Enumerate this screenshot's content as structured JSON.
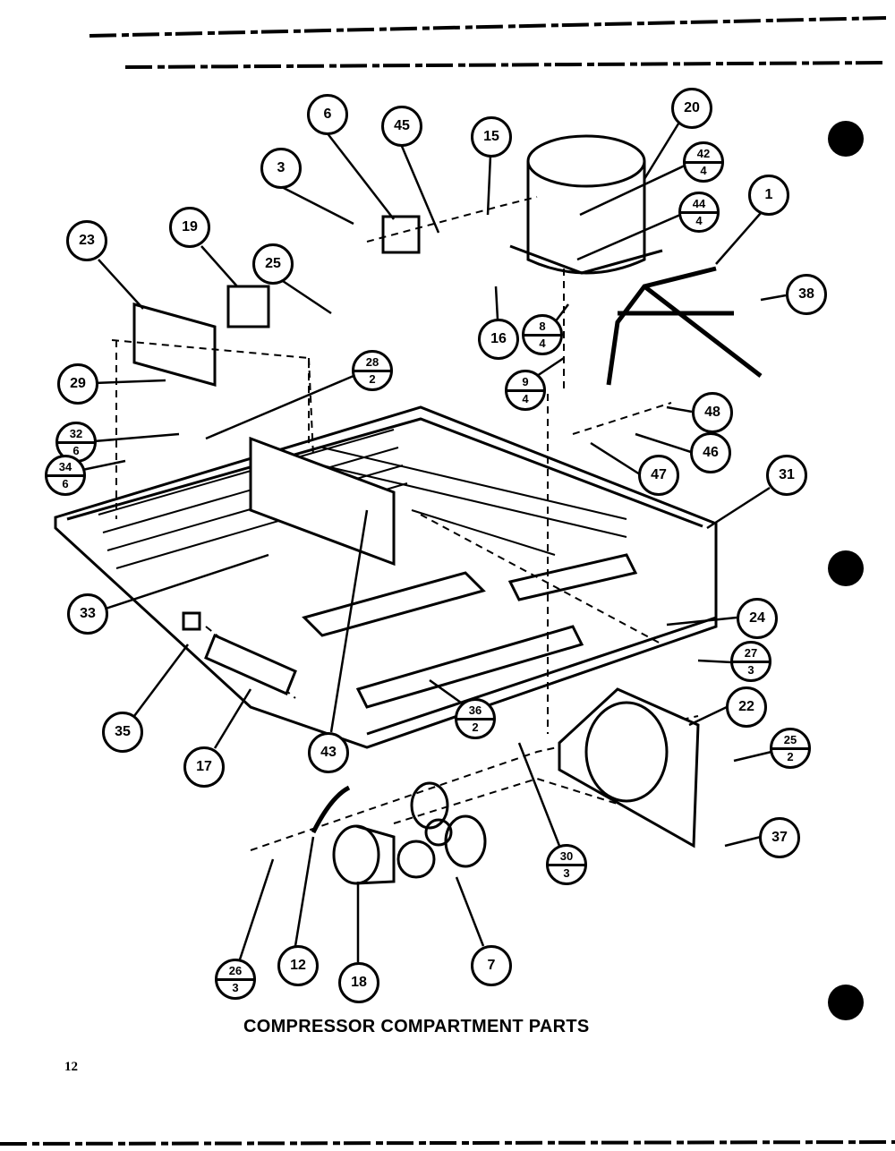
{
  "title": "COMPRESSOR COMPARTMENT PARTS",
  "page_number": "12",
  "callouts": [
    {
      "num": "6"
    },
    {
      "num": "45"
    },
    {
      "num": "15"
    },
    {
      "num": "20"
    },
    {
      "num": "42",
      "qty": "4"
    },
    {
      "num": "44",
      "qty": "4"
    },
    {
      "num": "1"
    },
    {
      "num": "38"
    },
    {
      "num": "3"
    },
    {
      "num": "23"
    },
    {
      "num": "19"
    },
    {
      "num": "25"
    },
    {
      "num": "29"
    },
    {
      "num": "28",
      "qty": "2"
    },
    {
      "num": "16"
    },
    {
      "num": "8",
      "qty": "4"
    },
    {
      "num": "9",
      "qty": "4"
    },
    {
      "num": "48"
    },
    {
      "num": "46"
    },
    {
      "num": "47"
    },
    {
      "num": "32",
      "qty": "6"
    },
    {
      "num": "34",
      "qty": "6"
    },
    {
      "num": "31"
    },
    {
      "num": "33"
    },
    {
      "num": "24"
    },
    {
      "num": "27",
      "qty": "3"
    },
    {
      "num": "22"
    },
    {
      "num": "35"
    },
    {
      "num": "17"
    },
    {
      "num": "43"
    },
    {
      "num": "36",
      "qty": "2"
    },
    {
      "num": "25",
      "qty": "2"
    },
    {
      "num": "30",
      "qty": "3"
    },
    {
      "num": "37"
    },
    {
      "num": "26",
      "qty": "3"
    },
    {
      "num": "12"
    },
    {
      "num": "18"
    },
    {
      "num": "7"
    }
  ]
}
